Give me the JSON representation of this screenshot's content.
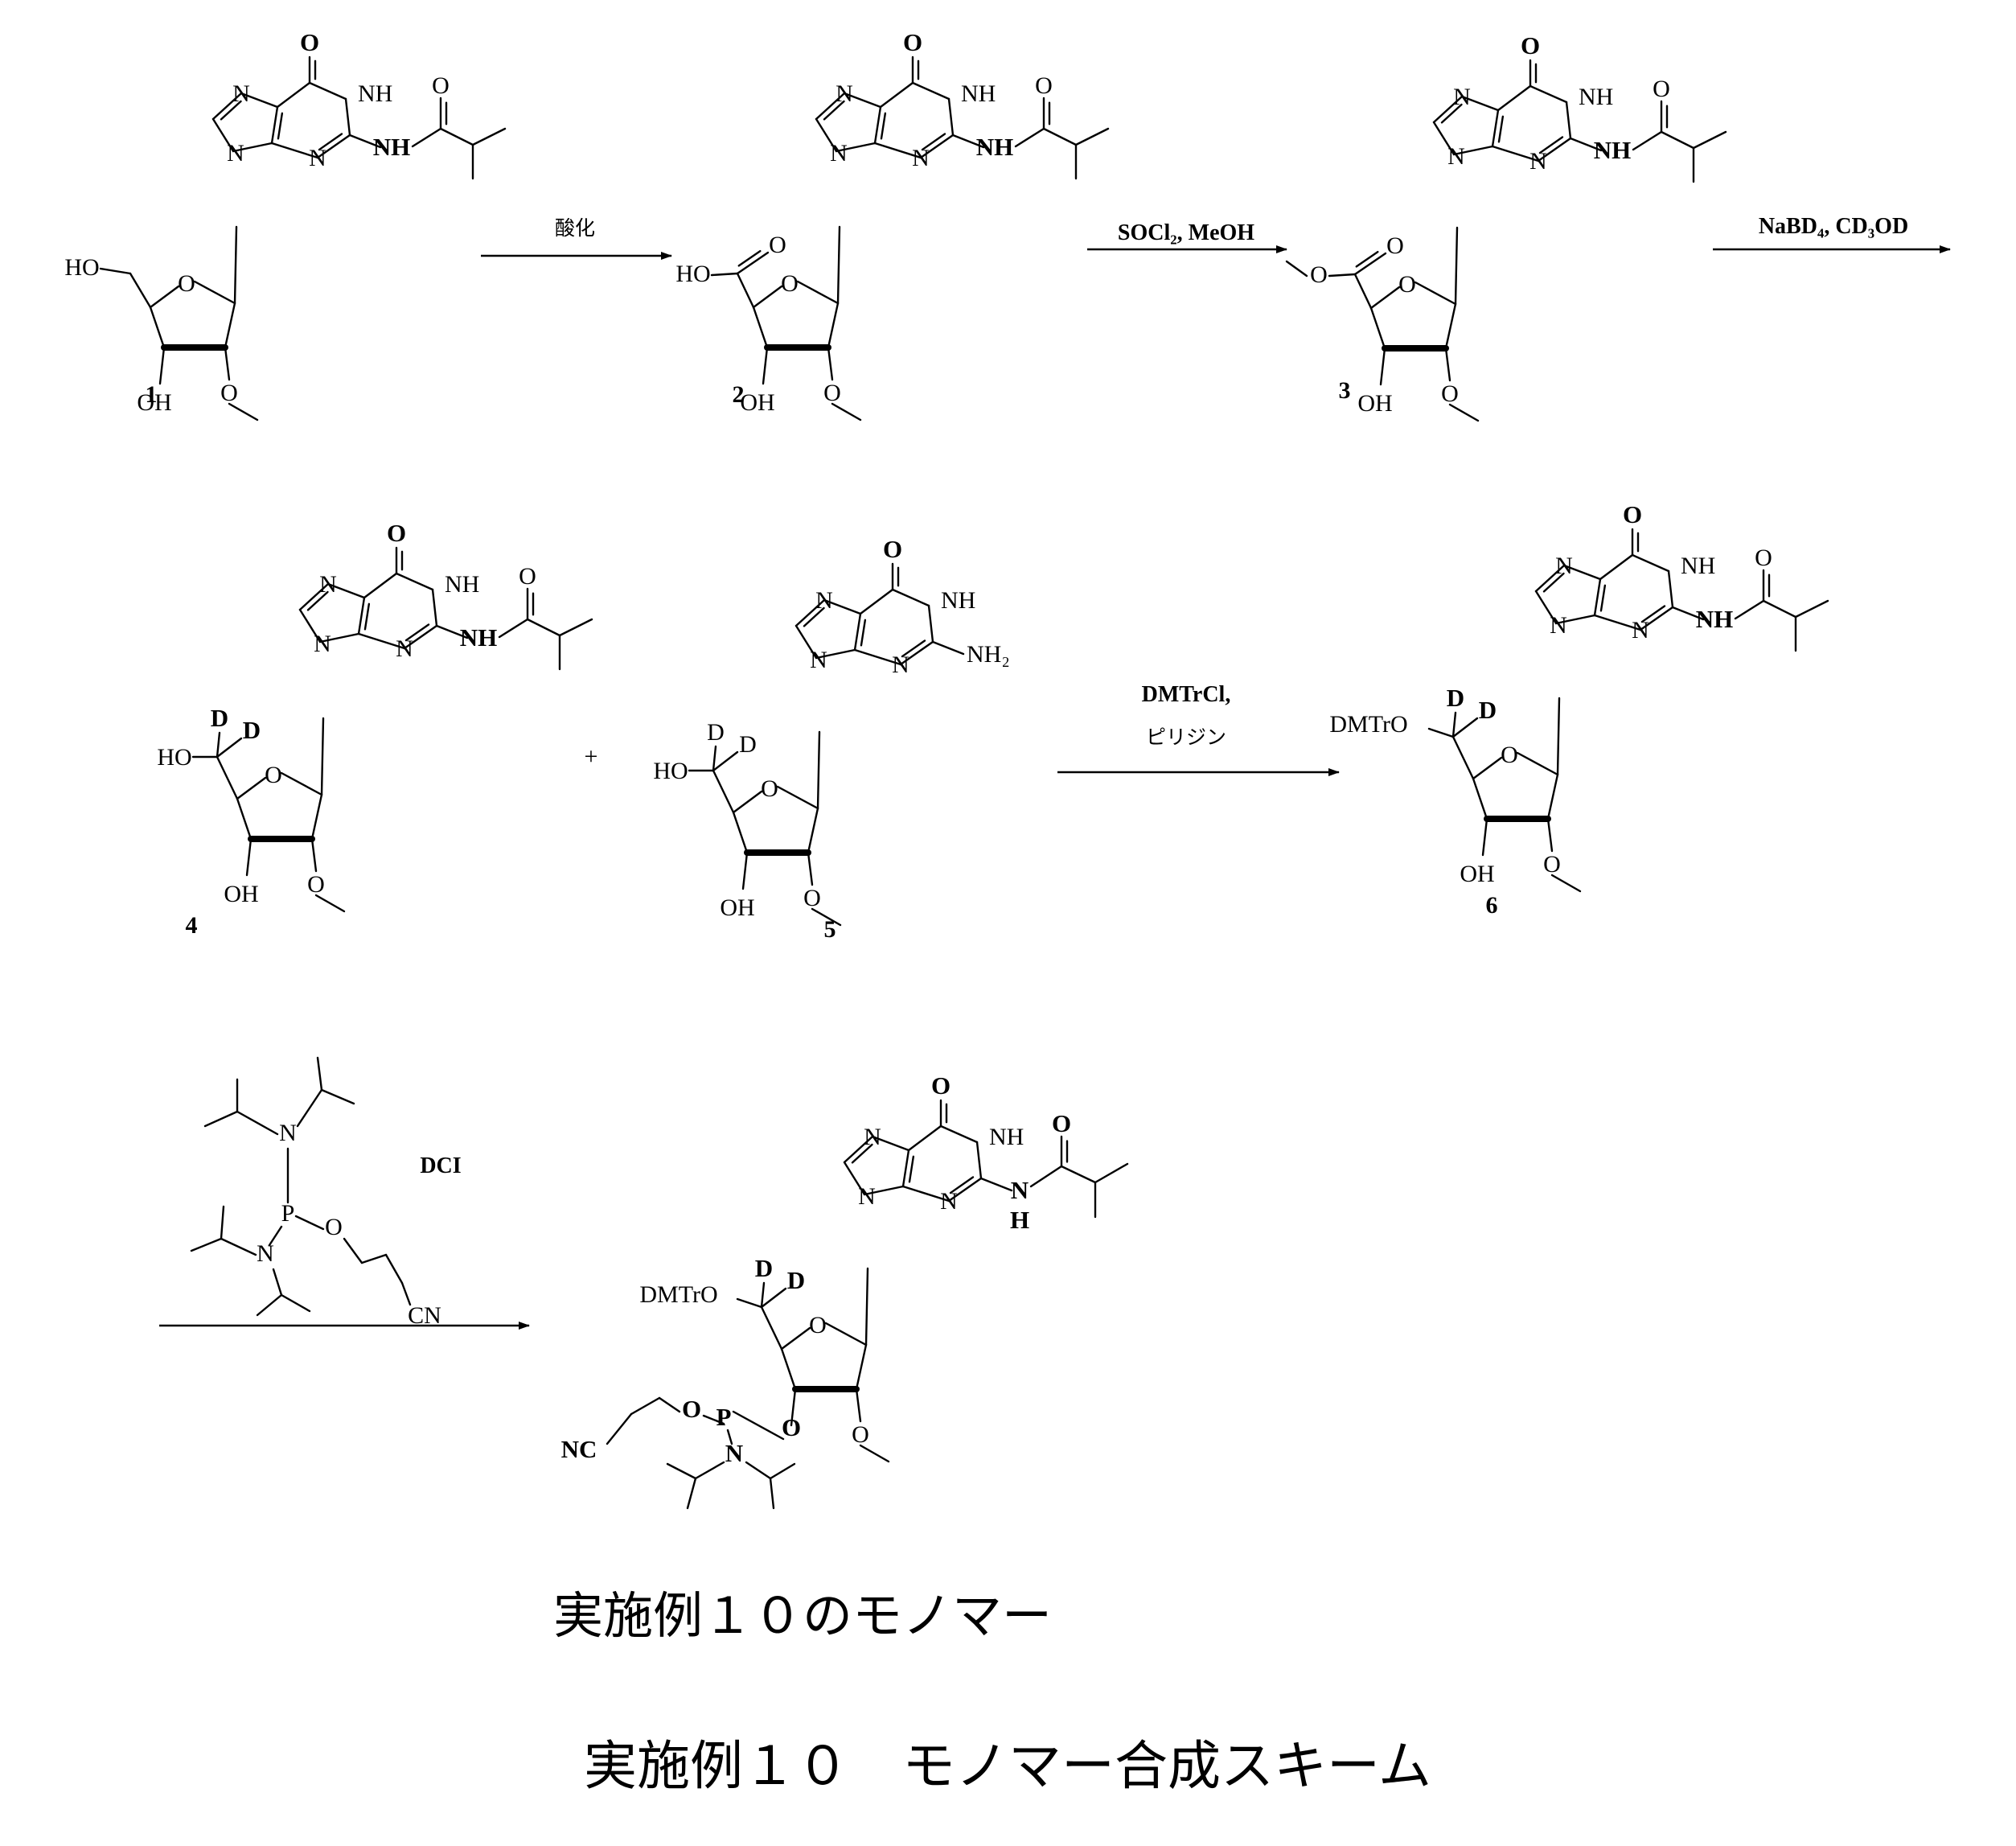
{
  "compounds": [
    {
      "label": "1"
    },
    {
      "label": "2"
    },
    {
      "label": "3"
    },
    {
      "label": "4"
    },
    {
      "label": "5"
    },
    {
      "label": "6"
    }
  ],
  "reagents": {
    "step1": "酸化",
    "step2": "SOCl₂, MeOH",
    "step3": "NaBD₄, CD₃OD",
    "step4_line1": "DMTrCl,",
    "step4_line2": "ピリジン",
    "step5": "DCI"
  },
  "atoms": {
    "O": "O",
    "NH": "NH",
    "N": "N",
    "H": "H",
    "HO": "HO",
    "OH": "OH",
    "NH2": "NH₂",
    "D": "D",
    "DMTrO": "DMTrO",
    "P": "P",
    "CN": "CN",
    "NC": "NC",
    "plus": "+"
  },
  "caption": "実施例１０のモノマー",
  "title": "実施例１０　モノマー合成スキーム"
}
